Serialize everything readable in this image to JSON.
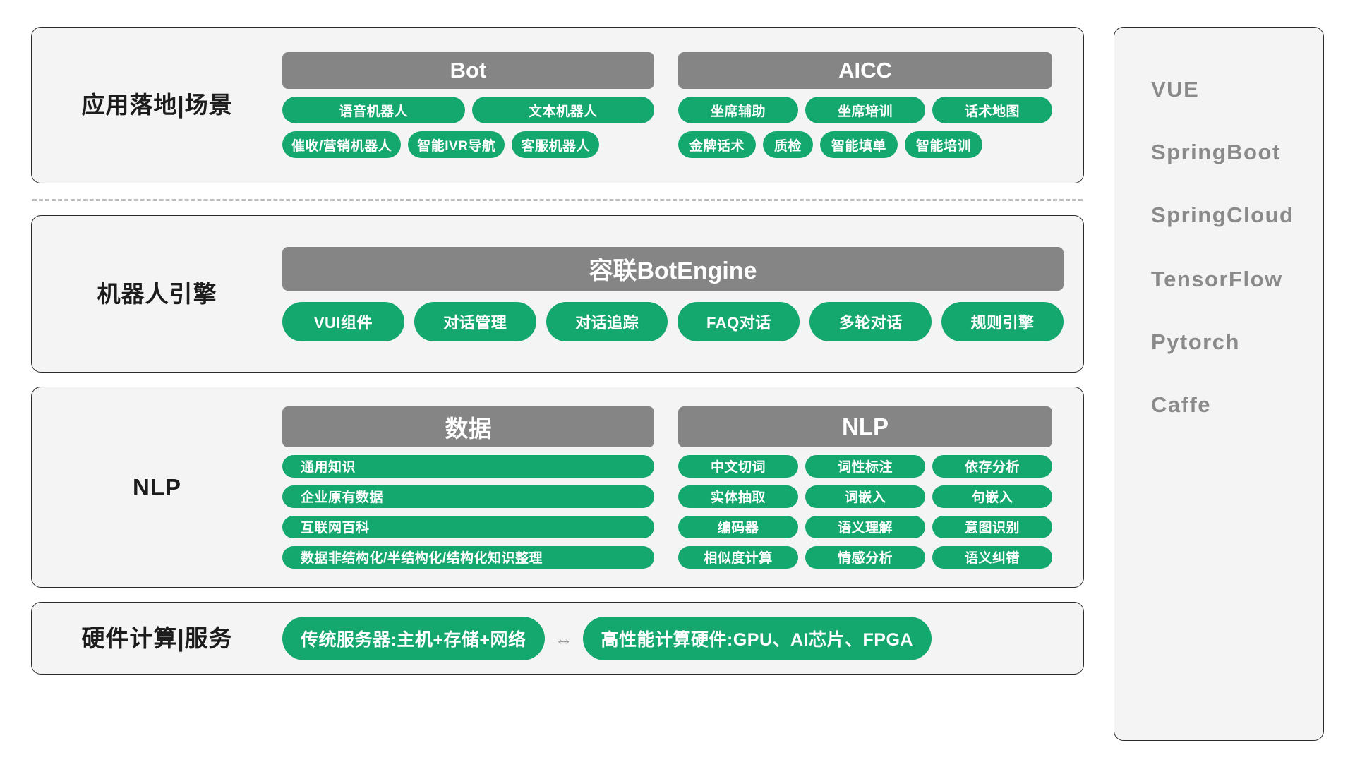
{
  "theme": {
    "green": "#14a86f",
    "grey_header": "#858585",
    "panel_bg": "#f4f4f4",
    "panel_border": "#2b2b2b",
    "tech_text": "#8a8a8a"
  },
  "layers": [
    {
      "id": "application",
      "label": "应用落地|场景",
      "groups": [
        {
          "id": "bot",
          "header": "Bot",
          "rows": [
            [
              "语音机器人",
              "文本机器人"
            ],
            [
              "催收/营销机器人",
              "智能IVR导航",
              "客服机器人"
            ]
          ]
        },
        {
          "id": "aicc",
          "header": "AICC",
          "rows": [
            [
              "坐席辅助",
              "坐席培训",
              "话术地图"
            ],
            [
              "金牌话术",
              "质检",
              "智能填单",
              "智能培训"
            ]
          ]
        }
      ]
    },
    {
      "id": "engine",
      "label": "机器人引擎",
      "header": "容联BotEngine",
      "items": [
        "VUI组件",
        "对话管理",
        "对话追踪",
        "FAQ对话",
        "多轮对话",
        "规则引擎"
      ]
    },
    {
      "id": "nlp",
      "label": "NLP",
      "groups": [
        {
          "id": "data",
          "header": "数据",
          "items": [
            "通用知识",
            "企业原有数据",
            "互联网百科",
            "数据非结构化/半结构化/结构化知识整理"
          ]
        },
        {
          "id": "nlp-tech",
          "header": "NLP",
          "rows": [
            [
              "中文切词",
              "词性标注",
              "依存分析"
            ],
            [
              "实体抽取",
              "词嵌入",
              "句嵌入"
            ],
            [
              "编码器",
              "语义理解",
              "意图识别"
            ],
            [
              "相似度计算",
              "情感分析",
              "语义纠错"
            ]
          ]
        }
      ]
    },
    {
      "id": "hardware",
      "label": "硬件计算|服务",
      "left_item": "传统服务器:主机+存储+网络",
      "arrow": "↔",
      "right_item": "高性能计算硬件:GPU、AI芯片、FPGA"
    }
  ],
  "tech_stack": {
    "items": [
      {
        "name": "VUE",
        "gap_before": false
      },
      {
        "name": "SpringBoot",
        "gap_before": false
      },
      {
        "name": "SpringCloud",
        "gap_before": false
      },
      {
        "name": "TensorFlow",
        "gap_before": true
      },
      {
        "name": "Pytorch",
        "gap_before": false
      },
      {
        "name": "Caffe",
        "gap_before": false
      }
    ]
  }
}
